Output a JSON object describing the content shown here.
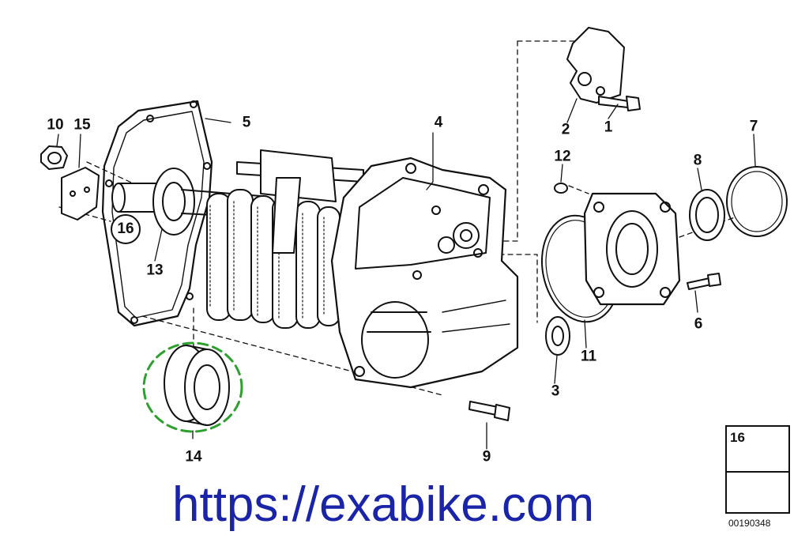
{
  "callouts": [
    {
      "label": "1"
    },
    {
      "label": "2"
    },
    {
      "label": "3"
    },
    {
      "label": "4"
    },
    {
      "label": "5"
    },
    {
      "label": "6"
    },
    {
      "label": "7"
    },
    {
      "label": "8"
    },
    {
      "label": "9"
    },
    {
      "label": "10"
    },
    {
      "label": "11"
    },
    {
      "label": "12"
    },
    {
      "label": "13"
    },
    {
      "label": "14"
    },
    {
      "label": "15"
    },
    {
      "label": "16"
    }
  ],
  "legend": {
    "part_number": "16",
    "icon": "screw-icon",
    "arrow_icon": "step-arrow-icon"
  },
  "diagram_id": "00190348",
  "watermark": "https://exabike.com",
  "colors": {
    "line": "#111111",
    "highlight": "#2ea02e",
    "watermark": "#1a24a8"
  }
}
